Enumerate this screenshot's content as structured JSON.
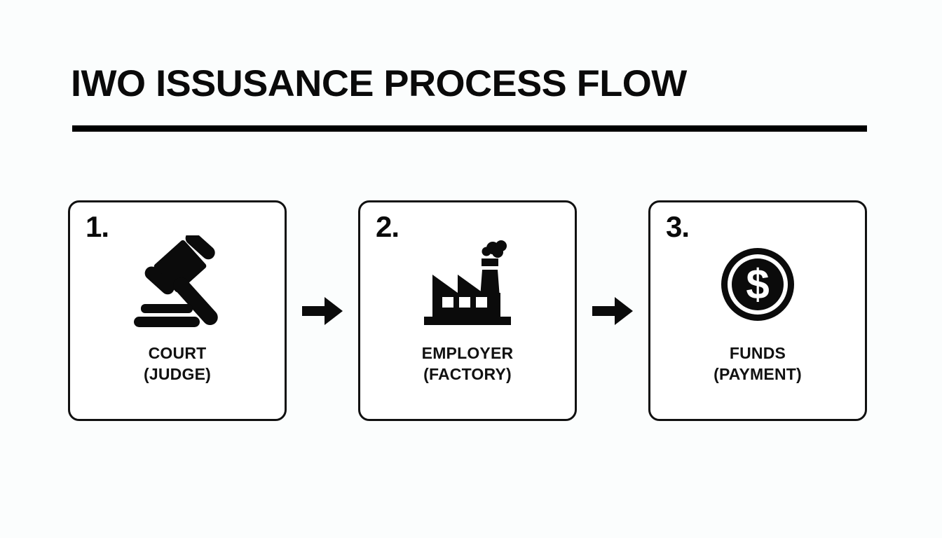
{
  "header": {
    "title": "IWO ISSUSANCE PROCESS FLOW",
    "rule_color": "#000000"
  },
  "theme": {
    "background": "#fbfdfd",
    "ink": "#111111",
    "card_background": "#ffffff",
    "card_border": "#111111"
  },
  "flow": {
    "arrow_1": "arrow-right-icon",
    "arrow_2": "arrow-right-icon",
    "steps": [
      {
        "number": "1.",
        "icon": "gavel-icon",
        "label_line1": "COURT",
        "label_line2": "(JUDGE)"
      },
      {
        "number": "2.",
        "icon": "factory-icon",
        "label_line1": "EMPLOYER",
        "label_line2": "(FACTORY)"
      },
      {
        "number": "3.",
        "icon": "dollar-coin-icon",
        "label_line1": "FUNDS",
        "label_line2": "(PAYMENT)"
      }
    ]
  }
}
